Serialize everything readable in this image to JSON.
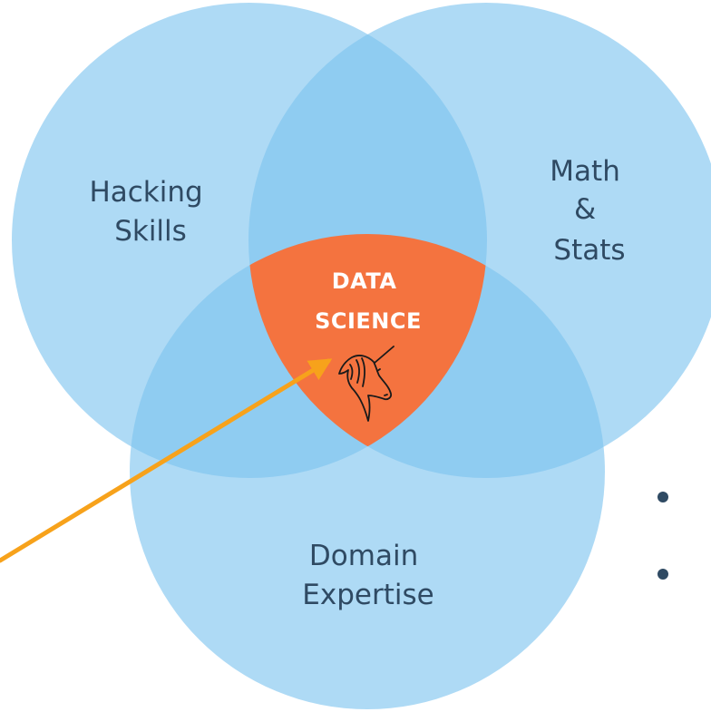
{
  "diagram": {
    "sets": [
      {
        "id": "hacking",
        "label_lines": [
          "Hacking",
          "Skills"
        ]
      },
      {
        "id": "math",
        "label_lines": [
          "Math",
          "&",
          "Stats"
        ]
      },
      {
        "id": "domain",
        "label_lines": [
          "Domain",
          "Expertise"
        ]
      }
    ],
    "center": {
      "label_lines": [
        "DATA",
        "SCIENCE"
      ],
      "icon": "unicorn-icon",
      "color": "#f4733f"
    },
    "circle_color": "#7cc4ef",
    "arrow": {
      "color": "#f7a21b",
      "icon": "arrow-icon"
    },
    "bullets": {
      "count": 2,
      "icon": "bullet-dot-icon"
    }
  }
}
